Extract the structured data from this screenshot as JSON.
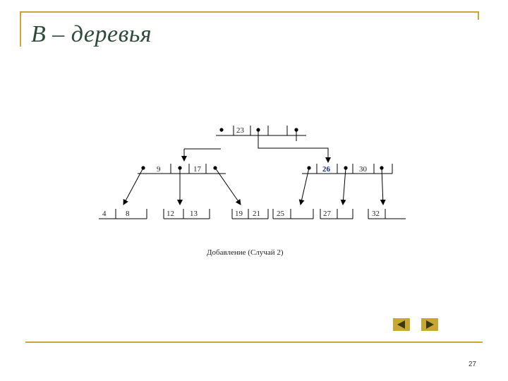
{
  "title": "B – деревья",
  "page_number": "27",
  "caption": "Добавление (Случай 2)",
  "keys": {
    "root": "23",
    "left_a": "9",
    "left_b": "17",
    "right_a": "26",
    "right_b": "30",
    "leaf1_a": "4",
    "leaf1_b": "8",
    "leaf2_a": "12",
    "leaf2_b": "13",
    "leaf3_a": "19",
    "leaf3_b": "21",
    "leaf4_a": "25",
    "leaf5_a": "27",
    "leaf6_a": "32"
  },
  "nav": {
    "prev_icon": "triangle-left-icon",
    "next_icon": "triangle-right-icon"
  },
  "colors": {
    "accent": "#c8a832",
    "title": "#2e4a3a",
    "highlight_key": "#1a2a8a"
  }
}
